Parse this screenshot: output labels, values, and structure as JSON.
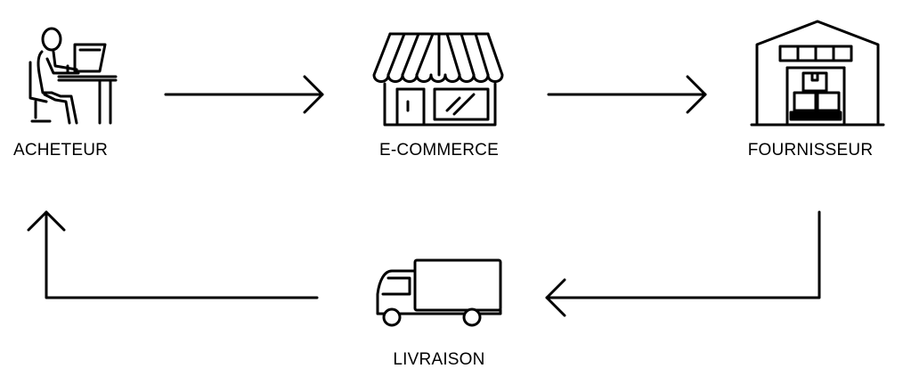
{
  "nodes": {
    "acheteur": {
      "label": "ACHETEUR",
      "icon": "buyer-at-computer-icon"
    },
    "ecommerce": {
      "label": "E-COMMERCE",
      "icon": "storefront-icon"
    },
    "fournisseur": {
      "label": "FOURNISSEUR",
      "icon": "warehouse-icon"
    },
    "livraison": {
      "label": "LIVRAISON",
      "icon": "delivery-truck-icon"
    }
  },
  "edges": [
    {
      "from": "acheteur",
      "to": "ecommerce"
    },
    {
      "from": "ecommerce",
      "to": "fournisseur"
    },
    {
      "from": "fournisseur",
      "to": "livraison"
    },
    {
      "from": "livraison",
      "to": "acheteur"
    }
  ],
  "colors": {
    "stroke": "#000000",
    "background": "#ffffff"
  }
}
